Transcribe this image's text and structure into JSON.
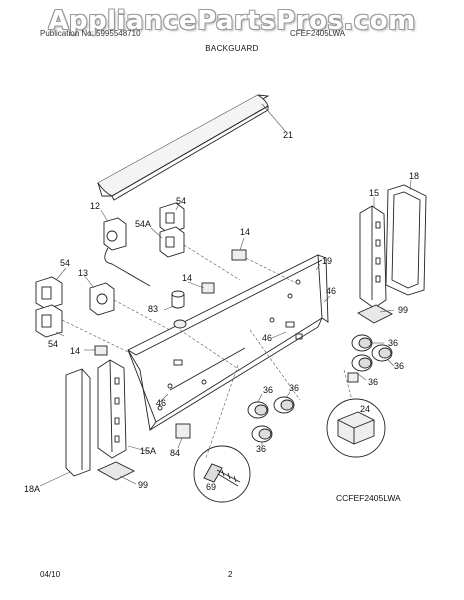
{
  "watermark": "AppliancePartsPros.com",
  "header": {
    "left": "Publication No: 5995548710",
    "right": "CFEF2405LWA",
    "section": "BACKGUARD"
  },
  "callouts": {
    "p21": "21",
    "p18": "18",
    "p15": "15",
    "p12": "12",
    "p54_top": "54",
    "p54a_top": "54A",
    "p14_top": "14",
    "p19": "19",
    "p54_left": "54",
    "p13": "13",
    "p14_mid": "14",
    "p83": "83",
    "p46_right": "46",
    "p99_right": "99",
    "p54_lower": "54",
    "p46_mid": "46",
    "p36_a": "36",
    "p14_left": "14",
    "p36_b": "36",
    "p36_c": "36",
    "p46_left": "46",
    "p36_d": "36",
    "p36_e": "36",
    "p24": "24",
    "p36_f": "36",
    "p15a": "15A",
    "p84": "84",
    "p69": "69",
    "p18a": "18A",
    "p99_left": "99"
  },
  "model_code": "CCFEF2405LWA",
  "footer": {
    "date": "04/10",
    "page": "2"
  }
}
